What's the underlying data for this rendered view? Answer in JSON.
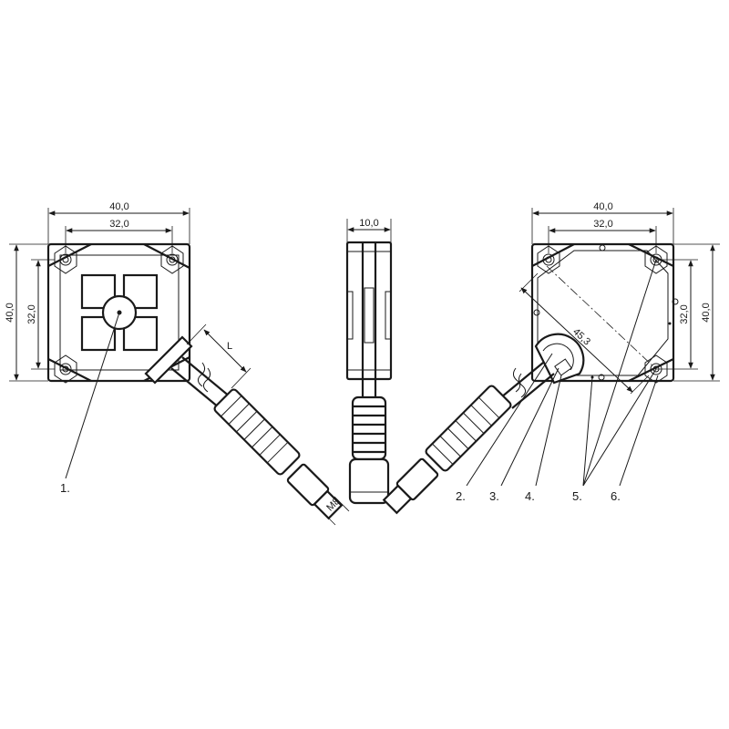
{
  "views": {
    "front": {
      "dim_width_outer": "40,0",
      "dim_width_inner": "32,0",
      "dim_height_outer": "40,0",
      "dim_height_inner": "32,0",
      "cable_length": "L",
      "connector_thread": "M8"
    },
    "side": {
      "dim_depth": "10,0"
    },
    "back": {
      "dim_width_outer": "40,0",
      "dim_width_inner": "32,0",
      "dim_height_outer": "40,0",
      "dim_height_inner": "32,0",
      "dim_diagonal": "45,3"
    }
  },
  "callouts": [
    "1.",
    "2.",
    "3.",
    "4.",
    "5.",
    "6."
  ],
  "colors": {
    "line": "#1a1a1a",
    "background": "#ffffff"
  }
}
